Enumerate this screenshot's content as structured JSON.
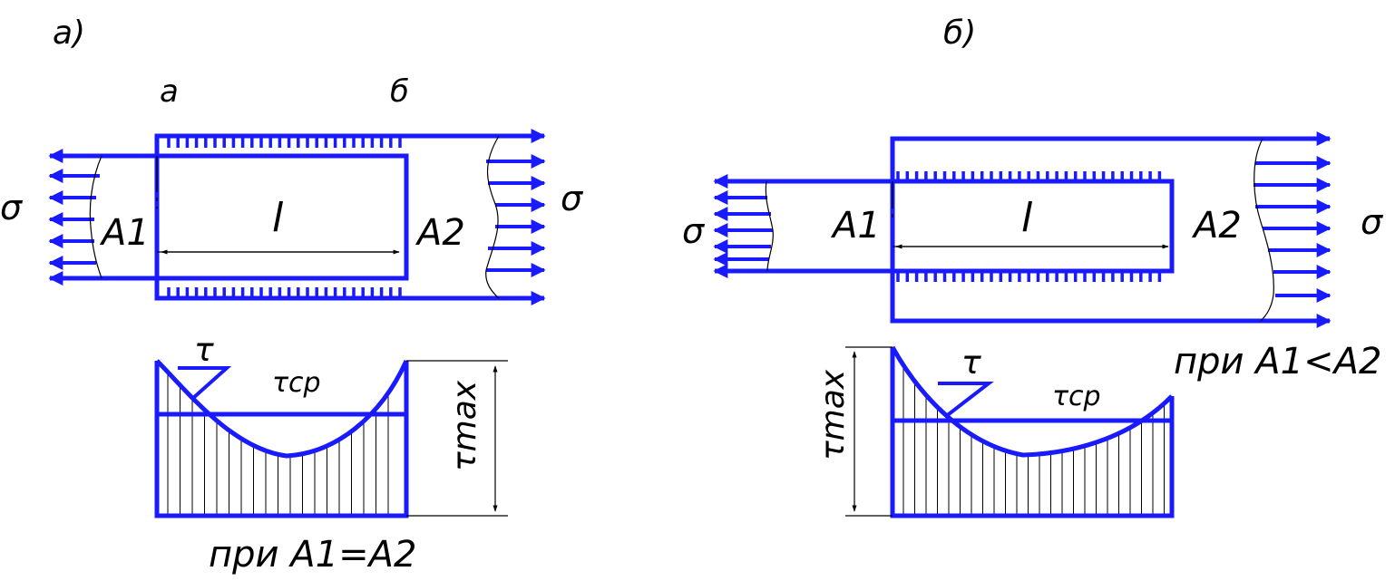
{
  "labels": {
    "panel_a": "а)",
    "panel_b": "б)",
    "section_a": "а",
    "section_b": "б",
    "sigma": "σ",
    "area_1": "A1",
    "area_2": "A2",
    "length": "l",
    "tau": "τ",
    "tau_avg": "τср",
    "tau_max": "τmax",
    "condition_equal": "при A1=A2",
    "condition_less": "при A1<A2"
  },
  "colors": {
    "member": "#1a1aff",
    "guide": "#000000",
    "background": "#ffffff"
  }
}
